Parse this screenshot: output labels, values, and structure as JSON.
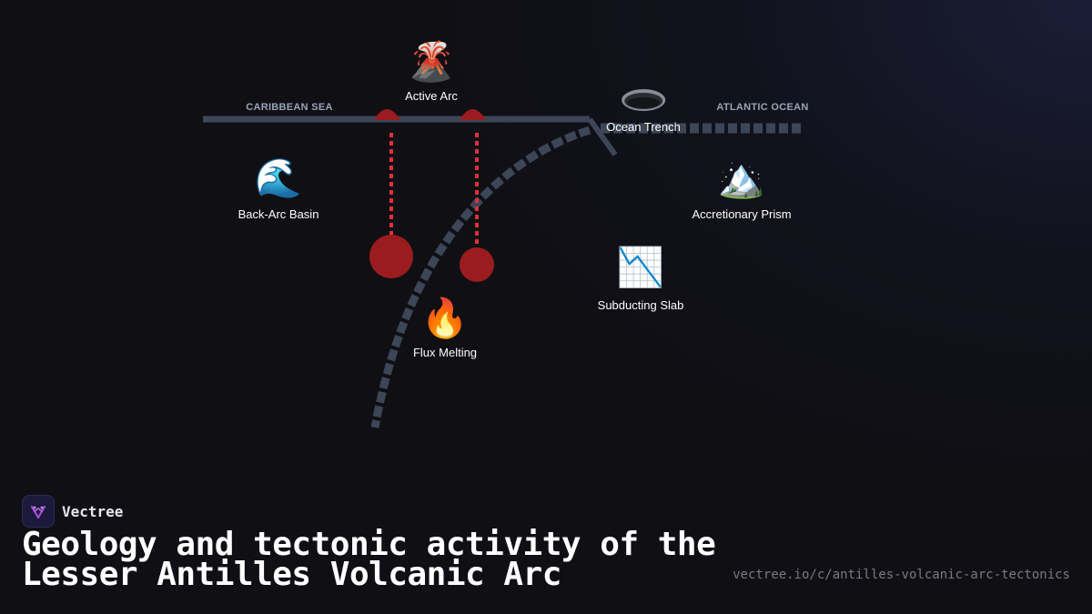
{
  "regions": {
    "caribbean": "CARIBBEAN SEA",
    "atlantic": "ATLANTIC OCEAN"
  },
  "nodes": {
    "active_arc": {
      "emoji": "🌋",
      "label": "Active Arc"
    },
    "ocean_trench": {
      "label": "Ocean Trench"
    },
    "back_arc": {
      "emoji": "🌊",
      "label": "Back-Arc Basin"
    },
    "accretionary": {
      "emoji": "🏔️",
      "label": "Accretionary Prism"
    },
    "subducting": {
      "emoji": "📉",
      "label": "Subducting Slab"
    },
    "flux": {
      "emoji": "🔥",
      "label": "Flux Melting"
    }
  },
  "brand": {
    "name": "Vectree"
  },
  "title": {
    "line1": "Geology and tectonic activity of the",
    "line2": "Lesser Antilles Volcanic Arc"
  },
  "url": "vectree.io/c/antilles-volcanic-arc-tectonics",
  "colors": {
    "plate": "#3c4657",
    "magma": "#9b1c1f",
    "magma_path": "#e0303c",
    "label_muted": "#9aa3b8",
    "background": "#0f0f14"
  }
}
